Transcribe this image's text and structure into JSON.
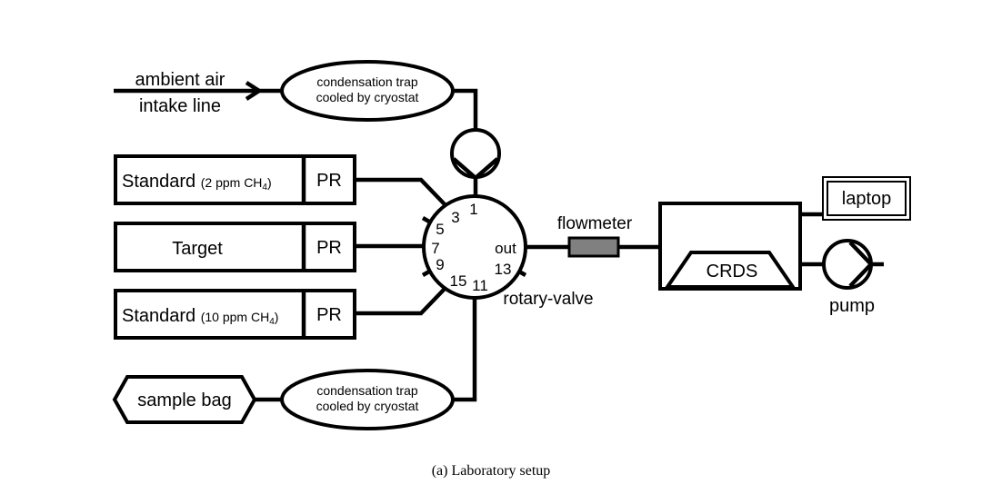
{
  "intake": {
    "line1": "ambient air",
    "line2": "intake line"
  },
  "trap": {
    "line1": "condensation trap",
    "line2": "cooled by cryostat"
  },
  "cylinders": {
    "std2": {
      "name": "Standard",
      "spec": "(2 ppm CH",
      "sub": "4",
      "close": ")",
      "regulator": "PR"
    },
    "target": {
      "name": "Target",
      "regulator": "PR"
    },
    "std10": {
      "name": "Standard",
      "spec": "(10 ppm CH",
      "sub": "4",
      "close": ")",
      "regulator": "PR"
    }
  },
  "sample_bag": "sample bag",
  "valve": {
    "label": "rotary-valve",
    "ports": [
      "1",
      "3",
      "5",
      "7",
      "9",
      "15",
      "11",
      "13"
    ],
    "out": "out"
  },
  "flowmeter": "flowmeter",
  "analyzer": "CRDS",
  "laptop": "laptop",
  "pump": "pump",
  "caption": "(a) Laboratory setup"
}
